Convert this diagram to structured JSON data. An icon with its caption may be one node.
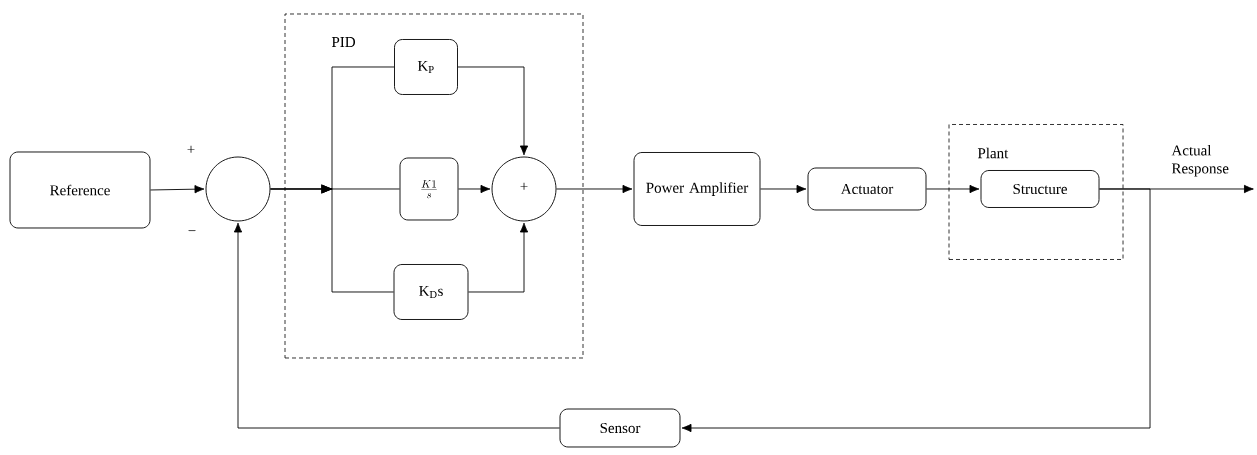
{
  "diagram": {
    "nodes": [
      {
        "text": [
          "Reference"
        ]
      },
      {
        "text": [],
        "shape": "circle"
      },
      {
        "text": [
          "PID"
        ]
      },
      {
        "text": [
          "K$_{P}$"
        ],
        "in": 2
      },
      {
        "text": [
          "\\frac{K1}{s}"
        ],
        "in": 2
      },
      {
        "text": [
          "+"
        ],
        "in": 2
      },
      {
        "text": [
          "K$_{D}$s"
        ],
        "in": 2
      },
      {
        "text": [
          "Power Amplifier"
        ]
      },
      {
        "text": [
          "Actuator"
        ]
      },
      {
        "text": [
          "Plant"
        ]
      },
      {
        "text": [
          "Structure"
        ],
        "in": 9
      },
      {
        "text": [
          "Sensor"
        ]
      }
    ],
    "edges": [
      {
        "from": 0,
        "to": 1,
        "arrow": "to"
      },
      {
        "from": 1,
        "to": 3,
        "arrow": "to"
      },
      {
        "from": 1,
        "to": 4,
        "arrow": "to"
      },
      {
        "from": 1,
        "to": 6,
        "arrow": "to"
      },
      {
        "from": 3,
        "to": 5,
        "arrow": "to"
      },
      {
        "from": 4,
        "to": 5,
        "arrow": "to"
      },
      {
        "from": 6,
        "to": 5,
        "arrow": "to"
      },
      {
        "from": 5,
        "to": 7,
        "arrow": "to"
      },
      {
        "from": 7,
        "to": 8,
        "arrow": "to"
      },
      {
        "from": 8,
        "to": 10,
        "arrow": "to"
      },
      {
        "from": 10,
        "to": null,
        "arrow": "to",
        "label": "Actual Response"
      },
      {
        "from": 10,
        "to": 11,
        "arrow": "to"
      },
      {
        "from": 11,
        "to": 1,
        "arrow": "to"
      }
    ],
    "labels": [
      "+",
      "−"
    ]
  }
}
